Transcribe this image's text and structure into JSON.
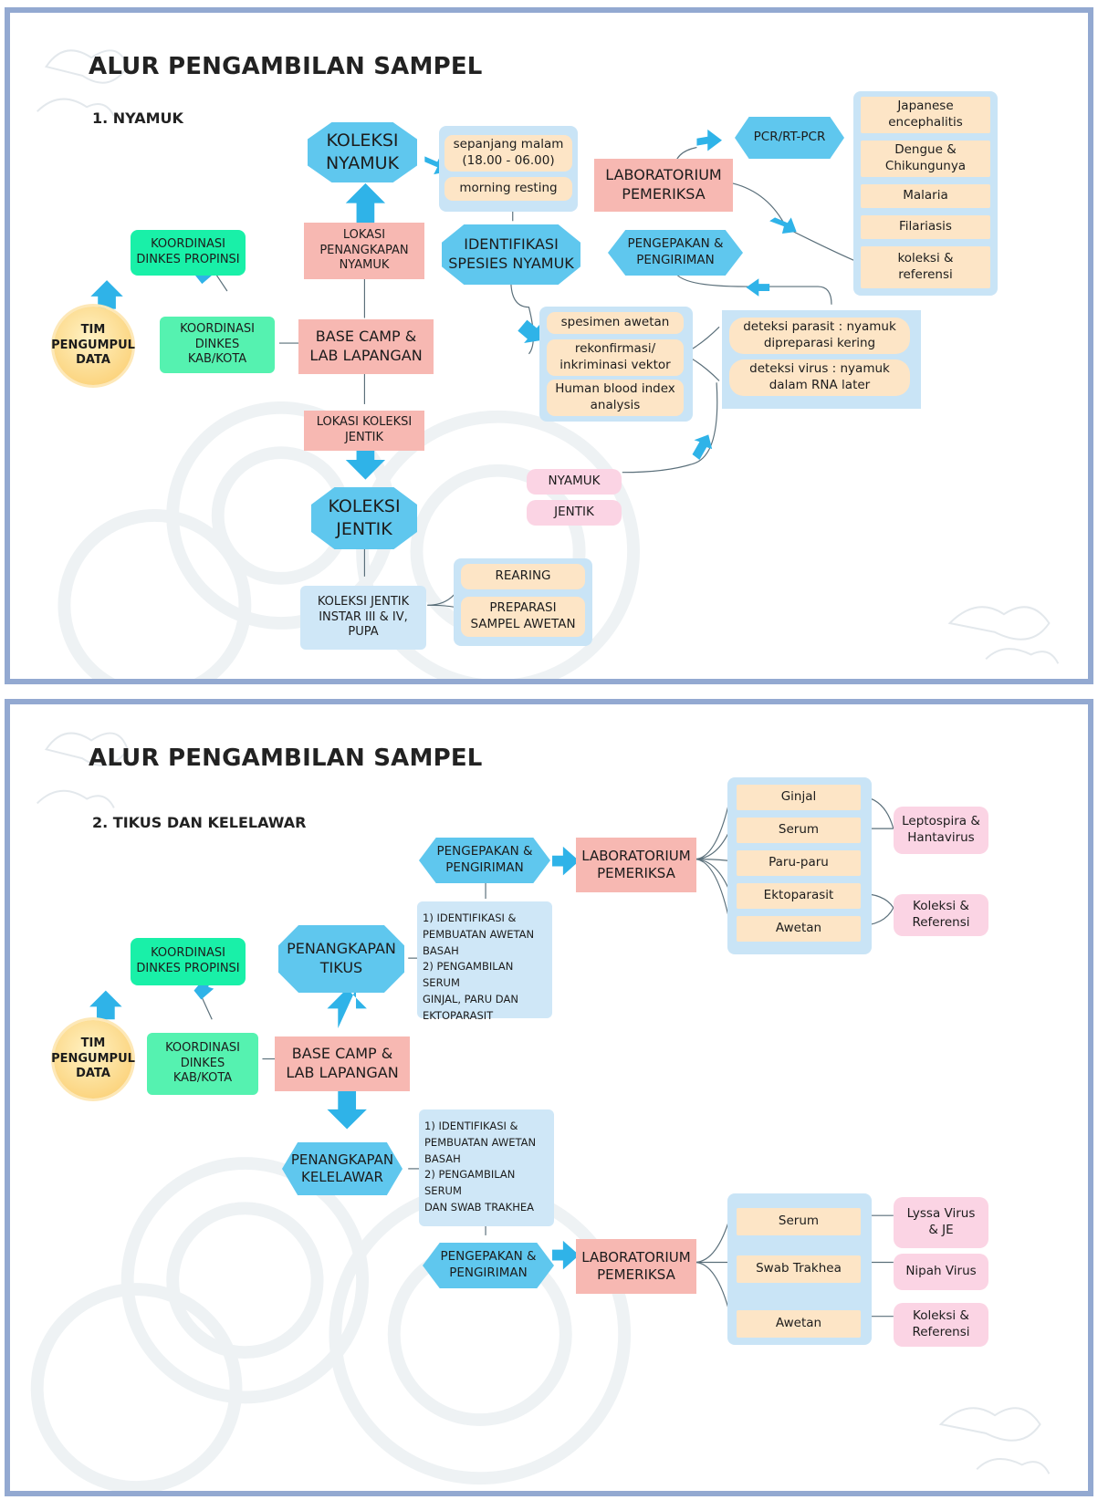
{
  "slide1": {
    "title": "ALUR PENGAMBILAN SAMPEL",
    "subtitle": "1. NYAMUK",
    "tim": "TIM\nPENGUMPUL\nDATA",
    "koord_prop": "KOORDINASI\nDINKES PROPINSI",
    "koord_kab": "KOORDINASI\nDINKES\nKAB/KOTA",
    "base_camp": "BASE CAMP &\nLAB LAPANGAN",
    "lokasi_penangkapan": "LOKASI\nPENANGKAPAN\nNYAMUK",
    "koleksi_nyamuk": "KOLEKSI\nNYAMUK",
    "sepanjang_malam": "sepanjang malam\n(18.00 - 06.00)",
    "morning_resting": "morning resting",
    "identifikasi": "IDENTIFIKASI\nSPESIES NYAMUK",
    "lab": "LABORATORIUM\nPEMERIKSA",
    "pcr": "PCR/RT-PCR",
    "pengepakan": "PENGEPAKAN &\nPENGIRIMAN",
    "diseases": [
      "Japanese\nencephalitis",
      "Dengue &\nChikungunya",
      "Malaria",
      "Filariasis",
      "koleksi &\nreferensi"
    ],
    "spesimen": [
      "spesimen awetan",
      "rekonfirmasi/\ninkriminasi vektor",
      "Human blood index\nanalysis"
    ],
    "deteksi": [
      "deteksi parasit : nyamuk\ndipreparasi kering",
      "deteksi virus : nyamuk\ndalam RNA later"
    ],
    "lokasi_jentik": "LOKASI KOLEKSI\nJENTIK",
    "koleksi_jentik": "KOLEKSI\nJENTIK",
    "nyamuk_label": "NYAMUK",
    "jentik_label": "JENTIK",
    "koleksi_instar": "KOLEKSI JENTIK\nINSTAR III & IV,\nPUPA",
    "rearing": "REARING",
    "preparasi": "PREPARASI\nSAMPEL AWETAN"
  },
  "slide2": {
    "title": "ALUR PENGAMBILAN SAMPEL",
    "subtitle": "2. TIKUS DAN KELELAWAR",
    "tim": "TIM\nPENGUMPUL\nDATA",
    "koord_prop": "KOORDINASI\nDINKES PROPINSI",
    "koord_kab": "KOORDINASI\nDINKES\nKAB/KOTA",
    "base_camp": "BASE CAMP &\nLAB LAPANGAN",
    "penangkapan_tikus": "PENANGKAPAN\nTIKUS",
    "penangkapan_kelelawar": "PENANGKAPAN\nKELELAWAR",
    "pengepakan_top": "PENGEPAKAN &\nPENGIRIMAN",
    "pengepakan_bottom": "PENGEPAKAN &\nPENGIRIMAN",
    "lab_top": "LABORATORIUM\nPEMERIKSA",
    "lab_bottom": "LABORATORIUM\nPEMERIKSA",
    "note_tikus": "1) IDENTIFIKASI &\nPEMBUATAN AWETAN\nBASAH\n2) PENGAMBILAN SERUM\nGINJAL, PARU DAN\nEKTOPARASIT",
    "note_kelelawar": "1) IDENTIFIKASI &\nPEMBUATAN AWETAN\nBASAH\n2) PENGAMBILAN SERUM\nDAN SWAB TRAKHEA",
    "samples_top": [
      "Ginjal",
      "Serum",
      "Paru-paru",
      "Ektoparasit",
      "Awetan"
    ],
    "results_top": [
      "Leptospira &\nHantavirus",
      "Koleksi &\nReferensi"
    ],
    "samples_bottom": [
      "Serum",
      "Swab Trakhea",
      "Awetan"
    ],
    "results_bottom": [
      "Lyssa Virus\n& JE",
      "Nipah Virus",
      "Koleksi &\nReferensi"
    ]
  }
}
